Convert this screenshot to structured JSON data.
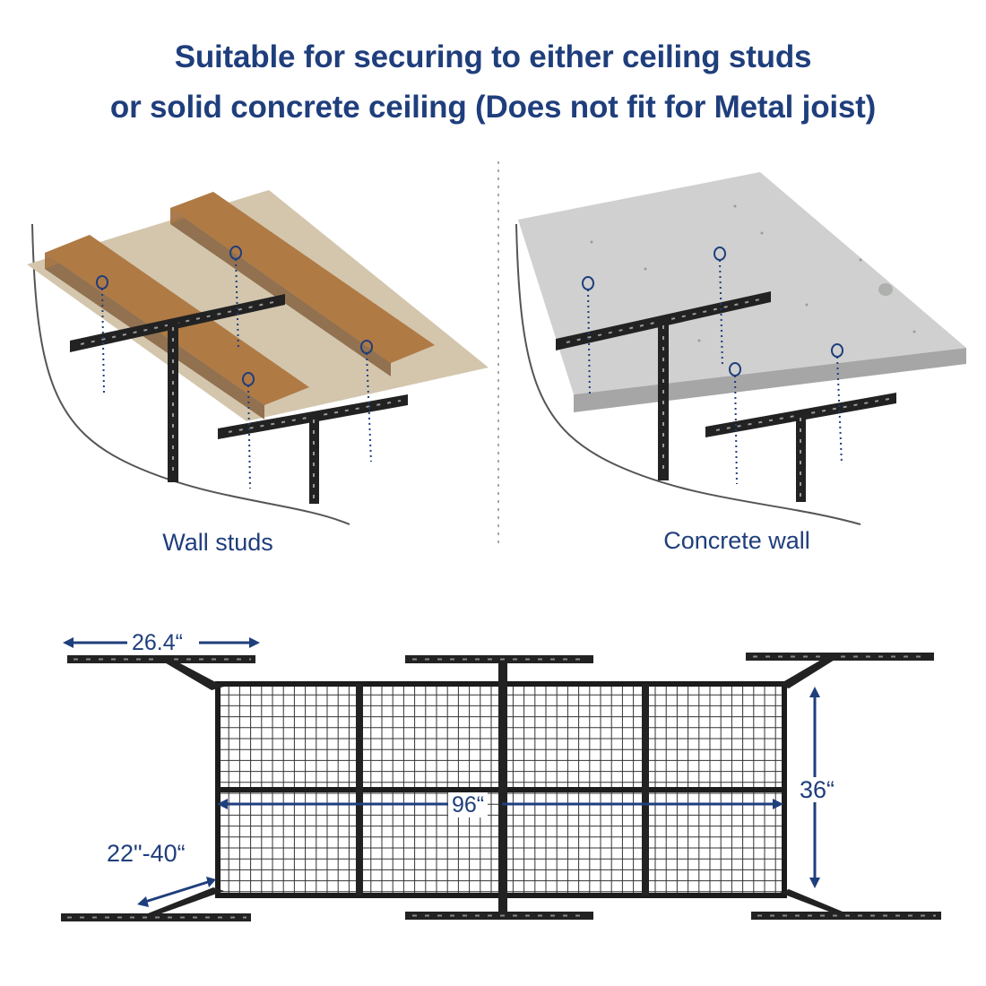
{
  "header": {
    "line1": "Suitable for securing to either ceiling studs",
    "line2": "or solid concrete ceiling (Does not fit for Metal joist)"
  },
  "panels": {
    "left_label": "Wall studs",
    "right_label": "Concrete wall"
  },
  "dimensions": {
    "top_mount_length": "26.4“",
    "overall_length": "96“",
    "depth": "36“",
    "ceiling_drop": "22\"-40“"
  },
  "colors": {
    "brand_blue": "#1f3e7c",
    "steel": "#222222",
    "wood": "#b07a45",
    "drywall": "#d3c6ad",
    "concrete": "#cfd0cf"
  }
}
